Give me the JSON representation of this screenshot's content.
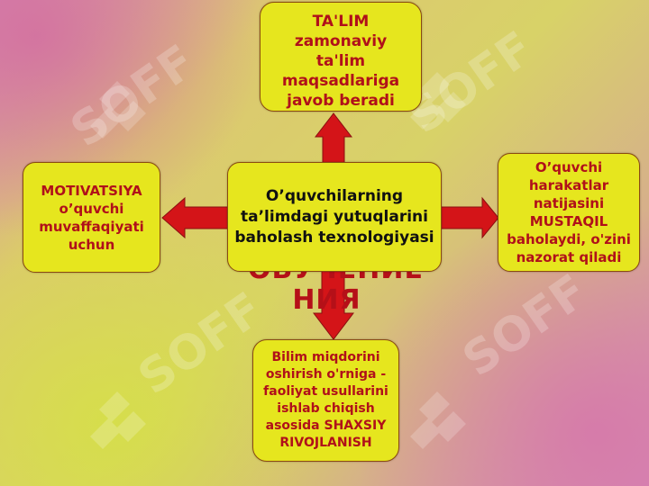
{
  "watermark": {
    "text": "SOFF"
  },
  "center": {
    "lines": [
      "O’quvchilarning",
      "ta’limdagi yutuqlarini",
      "baholash texnologiyasi"
    ]
  },
  "top": {
    "lines": [
      "TA'LIM",
      "zamonaviy",
      "ta'lim",
      "maqsadlariga",
      "javob beradi"
    ]
  },
  "left": {
    "lines": [
      "MOTIVATSIYA",
      "o’quvchi",
      "muvaffaqiyati",
      "uchun"
    ]
  },
  "right": {
    "lines": [
      "O’quvchi",
      "harakatlar",
      "natijasini",
      "MUSTAQIL",
      "baholaydi, o'zini",
      "nazorat qiladi"
    ]
  },
  "bottom": {
    "lines": [
      "Bilim miqdorini",
      "oshirish o'rniga -",
      "faoliyat usullarini",
      "ishlab chiqish",
      "asosida SHAXSIY",
      "RIVOJLANISH"
    ]
  },
  "partial_text": {
    "lines": [
      "ОБУЧЕНИЕ",
      "НИЯ"
    ]
  },
  "colors": {
    "box_fill": "#e6e61e",
    "box_border": "#8a4a10",
    "arrow": "#d41418",
    "text_red": "#b0101a"
  }
}
